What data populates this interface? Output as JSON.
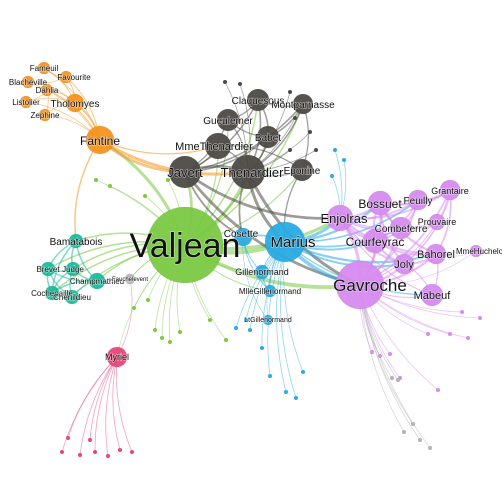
{
  "colors": {
    "valjean": "#7ac943",
    "fantine": "#f7931e",
    "thenardier": "#4d4a45",
    "marius": "#29abe2",
    "friends": "#d78bf0",
    "barnabe": "#1abc9c",
    "myriel": "#e8457a",
    "minor": "#b3b3b3"
  },
  "nodes": [
    {
      "id": "valjean",
      "label": "Valjean",
      "group": "valjean"
    },
    {
      "id": "marius",
      "label": "Marius",
      "group": "marius"
    },
    {
      "id": "gavroche",
      "label": "Gavroche",
      "group": "friends"
    },
    {
      "id": "javert",
      "label": "Javert",
      "group": "thenardier"
    },
    {
      "id": "thenardier",
      "label": "Thenardier",
      "group": "thenardier"
    },
    {
      "id": "enjolras",
      "label": "Enjolras",
      "group": "friends"
    },
    {
      "id": "fantine",
      "label": "Fantine",
      "group": "fantine"
    },
    {
      "id": "cosette",
      "label": "Cosette",
      "group": "marius"
    },
    {
      "id": "bossuet",
      "label": "Bossuet",
      "group": "friends"
    },
    {
      "id": "courfeyrac",
      "label": "Courfeyrac",
      "group": "friends"
    },
    {
      "id": "combeferre",
      "label": "Combeferre",
      "group": "friends"
    },
    {
      "id": "feuilly",
      "label": "Feuilly",
      "group": "friends"
    },
    {
      "id": "grantaire",
      "label": "Grantaire",
      "group": "friends"
    },
    {
      "id": "prouvaire",
      "label": "Prouvaire",
      "group": "friends"
    },
    {
      "id": "joly",
      "label": "Joly",
      "group": "friends"
    },
    {
      "id": "bahorel",
      "label": "Bahorel",
      "group": "friends"
    },
    {
      "id": "mabeuf",
      "label": "Mabeuf",
      "group": "friends"
    },
    {
      "id": "mmehucheloup",
      "label": "MmeHucheloup",
      "group": "friends"
    },
    {
      "id": "mmethenardier",
      "label": "MmeThenardier",
      "group": "thenardier"
    },
    {
      "id": "eponine",
      "label": "Eponine",
      "group": "thenardier"
    },
    {
      "id": "claquesous",
      "label": "Claquesous",
      "group": "thenardier"
    },
    {
      "id": "montparnasse",
      "label": "Montparnasse",
      "group": "thenardier"
    },
    {
      "id": "gueulemer",
      "label": "Gueulemer",
      "group": "thenardier"
    },
    {
      "id": "babet",
      "label": "Babet",
      "group": "thenardier"
    },
    {
      "id": "tholomyes",
      "label": "Tholomyes",
      "group": "fantine"
    },
    {
      "id": "fameuil",
      "label": "Fameuil",
      "group": "fantine"
    },
    {
      "id": "blacheville",
      "label": "Blacheville",
      "group": "fantine"
    },
    {
      "id": "favourite",
      "label": "Favourite",
      "group": "fantine"
    },
    {
      "id": "dahlia",
      "label": "Dahlia",
      "group": "fantine"
    },
    {
      "id": "listolier",
      "label": "Listolier",
      "group": "fantine"
    },
    {
      "id": "zephine",
      "label": "Zephine",
      "group": "fantine"
    },
    {
      "id": "bamatabois",
      "label": "Bamatabois",
      "group": "barnabe"
    },
    {
      "id": "brevet",
      "label": "Brevet",
      "group": "barnabe"
    },
    {
      "id": "judge",
      "label": "Judge",
      "group": "barnabe"
    },
    {
      "id": "champmathieu",
      "label": "Champmathieu",
      "group": "barnabe"
    },
    {
      "id": "cochepaille",
      "label": "Cochepaille",
      "group": "barnabe"
    },
    {
      "id": "chenildieu",
      "label": "Chenildieu",
      "group": "barnabe"
    },
    {
      "id": "fauchelevent",
      "label": "Fauchelevent",
      "group": "minor"
    },
    {
      "id": "gillenormand",
      "label": "Gillenormand",
      "group": "marius"
    },
    {
      "id": "mllegillenormand",
      "label": "MlleGillenormand",
      "group": "marius"
    },
    {
      "id": "ltgillenormand",
      "label": "LtGillenormand",
      "group": "marius"
    },
    {
      "id": "myriel",
      "label": "Myriel",
      "group": "myriel"
    }
  ],
  "links": [
    [
      "valjean",
      "marius"
    ],
    [
      "valjean",
      "cosette"
    ],
    [
      "valjean",
      "javert"
    ],
    [
      "valjean",
      "thenardier"
    ],
    [
      "valjean",
      "fantine"
    ],
    [
      "valjean",
      "myriel"
    ],
    [
      "valjean",
      "gavroche"
    ],
    [
      "valjean",
      "enjolras"
    ],
    [
      "valjean",
      "mmethenardier"
    ],
    [
      "valjean",
      "bamatabois"
    ],
    [
      "valjean",
      "fauchelevent"
    ],
    [
      "valjean",
      "gillenormand"
    ],
    [
      "valjean",
      "mllegillenormand"
    ],
    [
      "valjean",
      "champmathieu"
    ],
    [
      "valjean",
      "brevet"
    ],
    [
      "valjean",
      "judge"
    ],
    [
      "valjean",
      "cochepaille"
    ],
    [
      "valjean",
      "chenildieu"
    ],
    [
      "valjean",
      "babet"
    ],
    [
      "valjean",
      "gueulemer"
    ],
    [
      "valjean",
      "claquesous"
    ],
    [
      "valjean",
      "montparnasse"
    ],
    [
      "valjean",
      "eponine"
    ],
    [
      "fantine",
      "tholomyes"
    ],
    [
      "fantine",
      "fameuil"
    ],
    [
      "fantine",
      "blacheville"
    ],
    [
      "fantine",
      "favourite"
    ],
    [
      "fantine",
      "dahlia"
    ],
    [
      "fantine",
      "listolier"
    ],
    [
      "fantine",
      "zephine"
    ],
    [
      "fantine",
      "thenardier"
    ],
    [
      "fantine",
      "javert"
    ],
    [
      "fantine",
      "mmethenardier"
    ],
    [
      "fantine",
      "bamatabois"
    ],
    [
      "tholomyes",
      "fameuil"
    ],
    [
      "tholomyes",
      "blacheville"
    ],
    [
      "tholomyes",
      "favourite"
    ],
    [
      "tholomyes",
      "dahlia"
    ],
    [
      "tholomyes",
      "listolier"
    ],
    [
      "tholomyes",
      "zephine"
    ],
    [
      "fameuil",
      "favourite"
    ],
    [
      "blacheville",
      "favourite"
    ],
    [
      "listolier",
      "dahlia"
    ],
    [
      "zephine",
      "dahlia"
    ],
    [
      "thenardier",
      "mmethenardier"
    ],
    [
      "thenardier",
      "javert"
    ],
    [
      "thenardier",
      "eponine"
    ],
    [
      "thenardier",
      "marius"
    ],
    [
      "thenardier",
      "babet"
    ],
    [
      "thenardier",
      "gueulemer"
    ],
    [
      "thenardier",
      "claquesous"
    ],
    [
      "thenardier",
      "montparnasse"
    ],
    [
      "thenardier",
      "gavroche"
    ],
    [
      "thenardier",
      "cosette"
    ],
    [
      "javert",
      "mmethenardier"
    ],
    [
      "javert",
      "gueulemer"
    ],
    [
      "javert",
      "babet"
    ],
    [
      "javert",
      "claquesous"
    ],
    [
      "javert",
      "montparnasse"
    ],
    [
      "javert",
      "enjolras"
    ],
    [
      "javert",
      "gavroche"
    ],
    [
      "javert",
      "cosette"
    ],
    [
      "gueulemer",
      "babet"
    ],
    [
      "gueulemer",
      "claquesous"
    ],
    [
      "babet",
      "claquesous"
    ],
    [
      "claquesous",
      "montparnasse"
    ],
    [
      "babet",
      "montparnasse"
    ],
    [
      "eponine",
      "marius"
    ],
    [
      "eponine",
      "mmethenardier"
    ],
    [
      "eponine",
      "montparnasse"
    ],
    [
      "marius",
      "cosette"
    ],
    [
      "marius",
      "gavroche"
    ],
    [
      "marius",
      "enjolras"
    ],
    [
      "marius",
      "courfeyrac"
    ],
    [
      "marius",
      "bossuet"
    ],
    [
      "marius",
      "combeferre"
    ],
    [
      "marius",
      "feuilly"
    ],
    [
      "marius",
      "joly"
    ],
    [
      "marius",
      "bahorel"
    ],
    [
      "marius",
      "mabeuf"
    ],
    [
      "marius",
      "gillenormand"
    ],
    [
      "marius",
      "mllegillenormand"
    ],
    [
      "marius",
      "ltgillenormand"
    ],
    [
      "cosette",
      "gillenormand"
    ],
    [
      "cosette",
      "mllegillenormand"
    ],
    [
      "cosette",
      "ltgillenormand"
    ],
    [
      "gillenormand",
      "mllegillenormand"
    ],
    [
      "gavroche",
      "enjolras"
    ],
    [
      "gavroche",
      "courfeyrac"
    ],
    [
      "gavroche",
      "bossuet"
    ],
    [
      "gavroche",
      "combeferre"
    ],
    [
      "gavroche",
      "feuilly"
    ],
    [
      "gavroche",
      "joly"
    ],
    [
      "gavroche",
      "bahorel"
    ],
    [
      "gavroche",
      "mabeuf"
    ],
    [
      "gavroche",
      "grantaire"
    ],
    [
      "gavroche",
      "prouvaire"
    ],
    [
      "gavroche",
      "mmehucheloup"
    ],
    [
      "enjolras",
      "courfeyrac"
    ],
    [
      "enjolras",
      "bossuet"
    ],
    [
      "enjolras",
      "combeferre"
    ],
    [
      "enjolras",
      "feuilly"
    ],
    [
      "enjolras",
      "joly"
    ],
    [
      "enjolras",
      "bahorel"
    ],
    [
      "enjolras",
      "grantaire"
    ],
    [
      "enjolras",
      "prouvaire"
    ],
    [
      "enjolras",
      "mabeuf"
    ],
    [
      "bossuet",
      "courfeyrac"
    ],
    [
      "bossuet",
      "combeferre"
    ],
    [
      "bossuet",
      "feuilly"
    ],
    [
      "bossuet",
      "joly"
    ],
    [
      "bossuet",
      "bahorel"
    ],
    [
      "bossuet",
      "grantaire"
    ],
    [
      "courfeyrac",
      "combeferre"
    ],
    [
      "courfeyrac",
      "joly"
    ],
    [
      "courfeyrac",
      "bahorel"
    ],
    [
      "courfeyrac",
      "feuilly"
    ],
    [
      "combeferre",
      "feuilly"
    ],
    [
      "combeferre",
      "prouvaire"
    ],
    [
      "joly",
      "bahorel"
    ],
    [
      "joly",
      "grantaire"
    ],
    [
      "bahorel",
      "grantaire"
    ],
    [
      "bahorel",
      "mmehucheloup"
    ],
    [
      "feuilly",
      "grantaire"
    ],
    [
      "prouvaire",
      "grantaire"
    ],
    [
      "mabeuf",
      "bahorel"
    ],
    [
      "mabeuf",
      "joly"
    ],
    [
      "bamatabois",
      "brevet"
    ],
    [
      "bamatabois",
      "judge"
    ],
    [
      "bamatabois",
      "champmathieu"
    ],
    [
      "bamatabois",
      "cochepaille"
    ],
    [
      "brevet",
      "judge"
    ],
    [
      "brevet",
      "champmathieu"
    ],
    [
      "brevet",
      "cochepaille"
    ],
    [
      "brevet",
      "chenildieu"
    ],
    [
      "judge",
      "champmathieu"
    ],
    [
      "judge",
      "chenildieu"
    ],
    [
      "judge",
      "cochepaille"
    ],
    [
      "champmathieu",
      "cochepaille"
    ],
    [
      "champmathieu",
      "chenildieu"
    ],
    [
      "cochepaille",
      "chenildieu"
    ],
    [
      "myriel",
      "fauchelevent"
    ],
    [
      "valjean",
      "fauchelevent"
    ]
  ]
}
